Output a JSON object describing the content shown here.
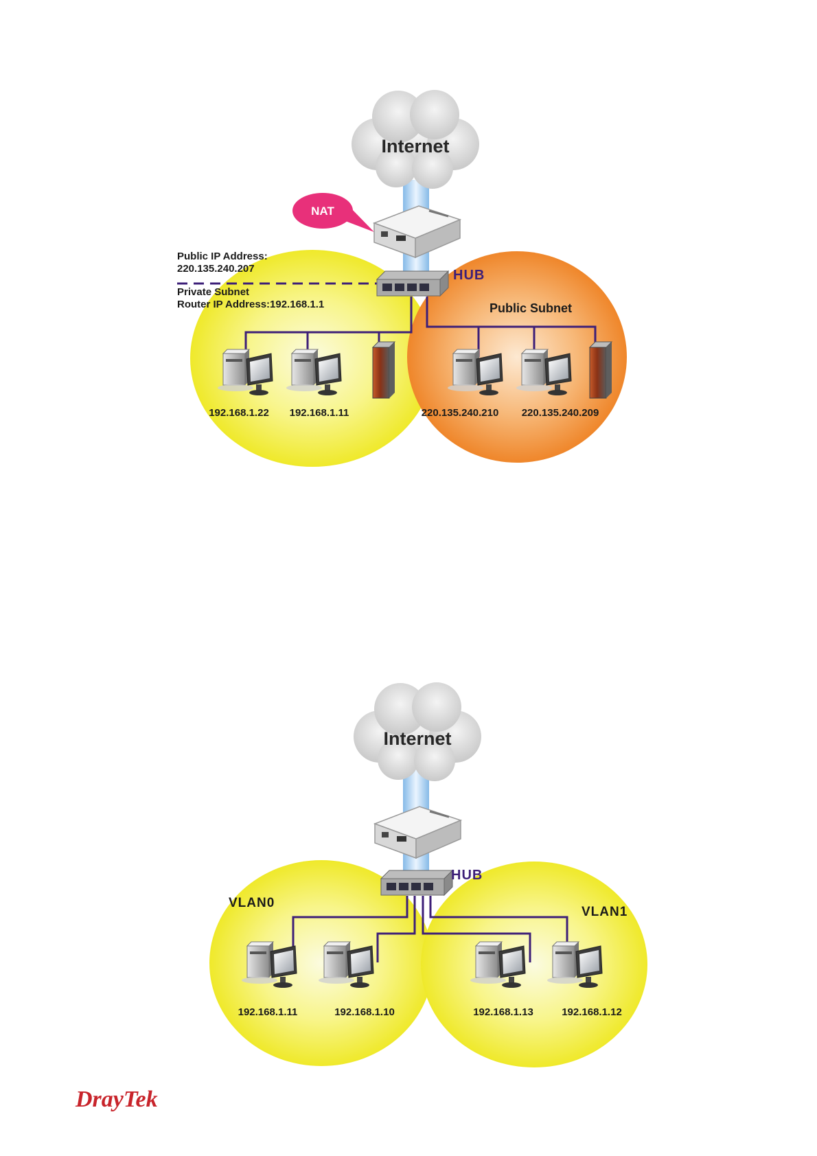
{
  "diagram1": {
    "cloud_label": "Internet",
    "nat_label": "NAT",
    "hub_label": "HUB",
    "public_ip_heading": "Public IP Address:",
    "public_ip": "220.135.240.207",
    "private_subnet": "Private Subnet",
    "router_ip": "Router IP Address:192.168.1.1",
    "public_subnet": "Public Subnet",
    "hosts": [
      "192.168.1.22",
      "192.168.1.11",
      "220.135.240.210",
      "220.135.240.209"
    ],
    "colors": {
      "private_zone": "#f4f036",
      "public_zone": "#f08a2a",
      "nat_bubble": "#e8307a",
      "cable": "#3d1f78"
    }
  },
  "diagram2": {
    "cloud_label": "Internet",
    "hub_label": "HUB",
    "vlan0": "VLAN0",
    "vlan1": "VLAN1",
    "hosts": [
      "192.168.1.11",
      "192.168.1.10",
      "192.168.1.13",
      "192.168.1.12"
    ],
    "colors": {
      "vlan_zone": "#f4f036",
      "cable": "#3d1f78"
    }
  },
  "footer": {
    "logo": "DrayTek",
    "logo_color": "#c8242b"
  }
}
